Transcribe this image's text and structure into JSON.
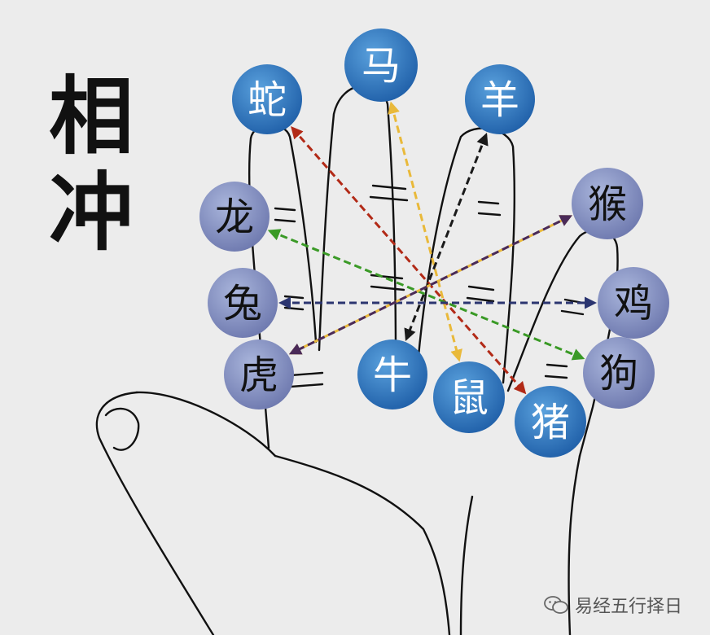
{
  "title": [
    "相",
    "冲"
  ],
  "watermark": "易经五行择日",
  "colors": {
    "background": "#ececec",
    "node_blue_light": "#5aa1dd",
    "node_blue_dark": "#1f5fa8",
    "node_lavender_light": "#aab6dc",
    "node_lavender_dark": "#6d78ae",
    "arrow_red": "#b22a17",
    "arrow_yellow": "#e9b93a",
    "arrow_black": "#1a1a1a",
    "arrow_green": "#3a9a26",
    "arrow_navy": "#2b3570",
    "arrow_purple": "#4a2a58"
  },
  "nodes": [
    {
      "id": "she",
      "label": "蛇",
      "style": "blue"
    },
    {
      "id": "ma",
      "label": "马",
      "style": "blue"
    },
    {
      "id": "yang",
      "label": "羊",
      "style": "blue"
    },
    {
      "id": "hou",
      "label": "猴",
      "style": "lavender"
    },
    {
      "id": "long",
      "label": "龙",
      "style": "lavender"
    },
    {
      "id": "tu",
      "label": "兔",
      "style": "lavender"
    },
    {
      "id": "ji",
      "label": "鸡",
      "style": "lavender"
    },
    {
      "id": "hu",
      "label": "虎",
      "style": "lavender"
    },
    {
      "id": "gou",
      "label": "狗",
      "style": "lavender"
    },
    {
      "id": "niu",
      "label": "牛",
      "style": "blue"
    },
    {
      "id": "shu",
      "label": "鼠",
      "style": "blue"
    },
    {
      "id": "zhu",
      "label": "猪",
      "style": "blue"
    }
  ],
  "pairs": [
    {
      "a": "she",
      "b": "zhu",
      "color": "arrow_red"
    },
    {
      "a": "ma",
      "b": "shu",
      "color": "arrow_yellow"
    },
    {
      "a": "yang",
      "b": "niu",
      "color": "arrow_black"
    },
    {
      "a": "long",
      "b": "gou",
      "color": "arrow_green"
    },
    {
      "a": "tu",
      "b": "ji",
      "color": "arrow_navy"
    },
    {
      "a": "hu",
      "b": "hou",
      "color": "arrow_yellow"
    },
    {
      "a": "hou",
      "b": "hu",
      "color": "arrow_purple"
    }
  ]
}
